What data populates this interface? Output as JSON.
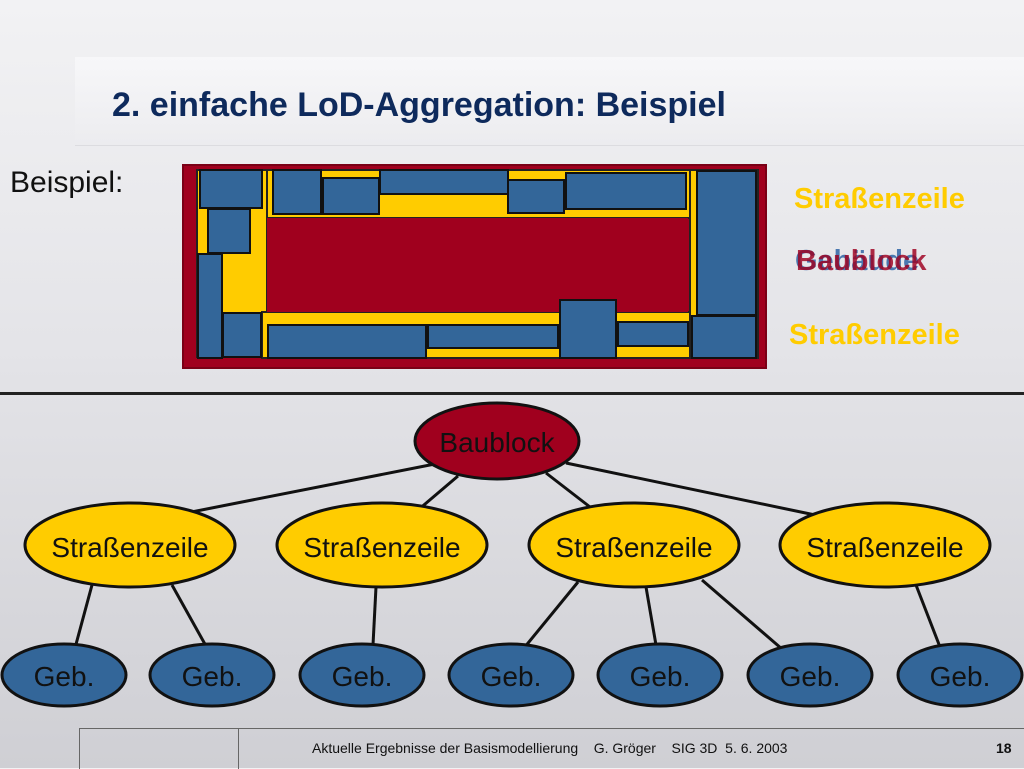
{
  "slide": {
    "title": "2. einfache LoD-Aggregation: Beispiel",
    "example_label": "Beispiel:"
  },
  "legend": {
    "street_row_top": "Straßenzeile",
    "building": "Gebäude",
    "block": "Baublock",
    "street_row_bottom": "Straßenzeile"
  },
  "tree": {
    "root": "Baublock",
    "level1": [
      "Straßenzeile",
      "Straßenzeile",
      "Straßenzeile",
      "Straßenzeile"
    ],
    "level2": [
      "Geb.",
      "Geb.",
      "Geb.",
      "Geb.",
      "Geb.",
      "Geb.",
      "Geb."
    ]
  },
  "colors": {
    "block": "#a0001e",
    "street_row": "#ffcc00",
    "building": "#336699",
    "title": "#0e2a5c"
  },
  "footer": {
    "text": "Aktuelle Ergebnisse der Basismodellierung    G. Gröger    SIG 3D  5. 6. 2003",
    "page": "18"
  }
}
